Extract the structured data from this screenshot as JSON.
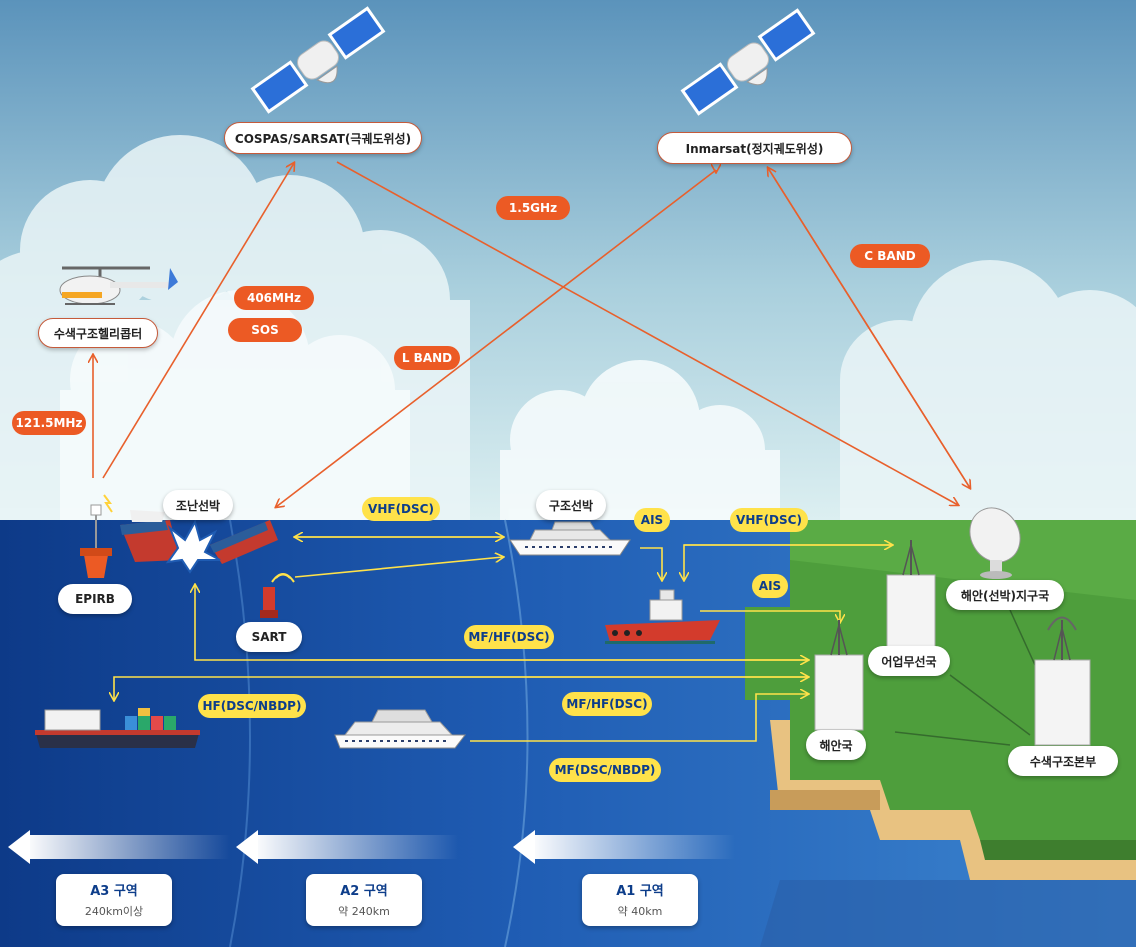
{
  "satellites": {
    "cospas": "COSPAS/SARSAT(극궤도위성)",
    "inmarsat": "Inmarsat(정지궤도위성)"
  },
  "bands": {
    "l15ghz": "1.5GHz",
    "c_band": "C BAND",
    "mhz406": "406MHz",
    "sos": "SOS",
    "l_band": "L BAND",
    "mhz1215": "121.5MHz"
  },
  "links": {
    "vhf_dsc_1": "VHF(DSC)",
    "vhf_dsc_2": "VHF(DSC)",
    "ais_1": "AIS",
    "ais_2": "AIS",
    "mf_hf_dsc_1": "MF/HF(DSC)",
    "hf_dsc_nbdp": "HF(DSC/NBDP)",
    "mf_hf_dsc_2": "MF/HF(DSC)",
    "mf_dsc_nbdp": "MF(DSC/NBDP)"
  },
  "nodes": {
    "helicopter": "수색구조헬리콥터",
    "distress_ship": "조난선박",
    "rescue_ship": "구조선박",
    "epirb": "EPIRB",
    "sart": "SART",
    "land_earth_station": "해안(선박)지구국",
    "fishery_radio": "어업무선국",
    "coast_station": "해안국",
    "rescue_hq": "수색구조본부"
  },
  "zones": [
    {
      "title": "A3 구역",
      "distance": "240km이상"
    },
    {
      "title": "A2 구역",
      "distance": "약 240km"
    },
    {
      "title": "A1 구역",
      "distance": "약 40km"
    }
  ],
  "colors": {
    "sky_top": "#5f98be",
    "sky_bottom": "#d6ecef",
    "sea_deep": "#0f3f8f",
    "sea_mid": "#2c6fc4",
    "sea_near": "#4a93d8",
    "land": "#4a9a3a",
    "orange_link": "#e8602c",
    "yellow_link": "#ffe24a"
  }
}
